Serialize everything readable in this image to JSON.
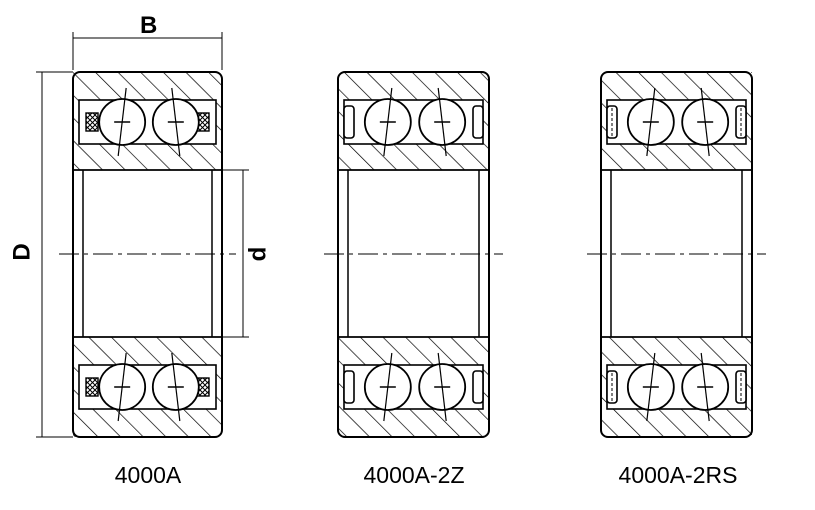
{
  "dimensions": {
    "width_label": "B",
    "outer_diameter_label": "D",
    "bore_label": "d"
  },
  "bearings": [
    {
      "caption": "4000A",
      "variant": "open",
      "cage": "crosshatch"
    },
    {
      "caption": "4000A-2Z",
      "variant": "shielded"
    },
    {
      "caption": "4000A-2RS",
      "variant": "sealed"
    }
  ],
  "colors": {
    "line": "#000000",
    "background": "#ffffff"
  }
}
